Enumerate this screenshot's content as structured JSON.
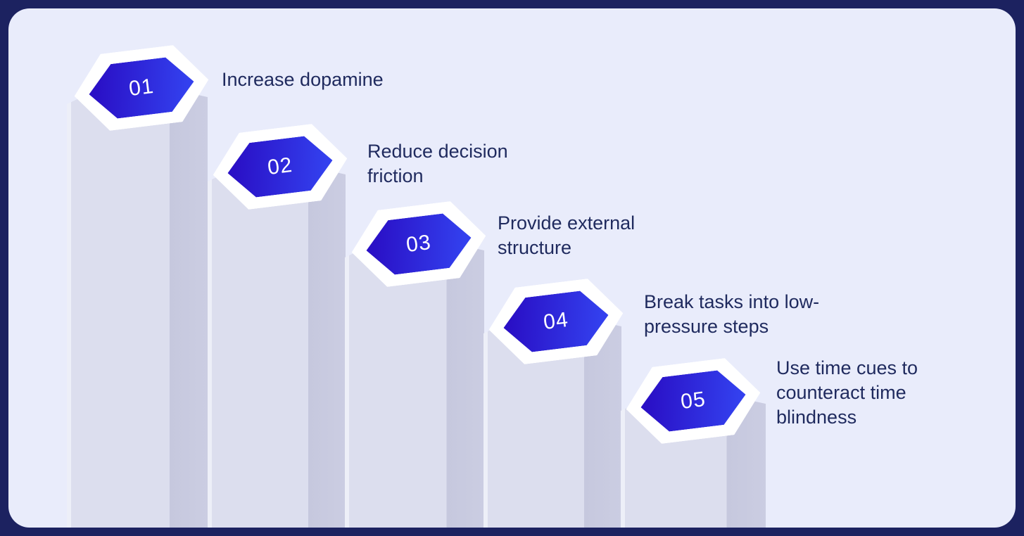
{
  "colors": {
    "frame": "#1c2260",
    "panel": "#e9ecfb",
    "text": "#1f2a5e",
    "plate": "#ffffff",
    "pillar_front": "#dcdeee",
    "pillar_side": "#c6c8de",
    "badge_gradient_start": "#2a10c6",
    "badge_gradient_end": "#3340ee"
  },
  "diagram": {
    "type": "descending-step-pillars",
    "steps": [
      {
        "number": "01",
        "label": "Increase dopamine"
      },
      {
        "number": "02",
        "label": "Reduce decision friction"
      },
      {
        "number": "03",
        "label": "Provide external structure"
      },
      {
        "number": "04",
        "label": "Break tasks into low-pressure steps"
      },
      {
        "number": "05",
        "label": "Use time cues to counteract time blindness"
      }
    ]
  }
}
